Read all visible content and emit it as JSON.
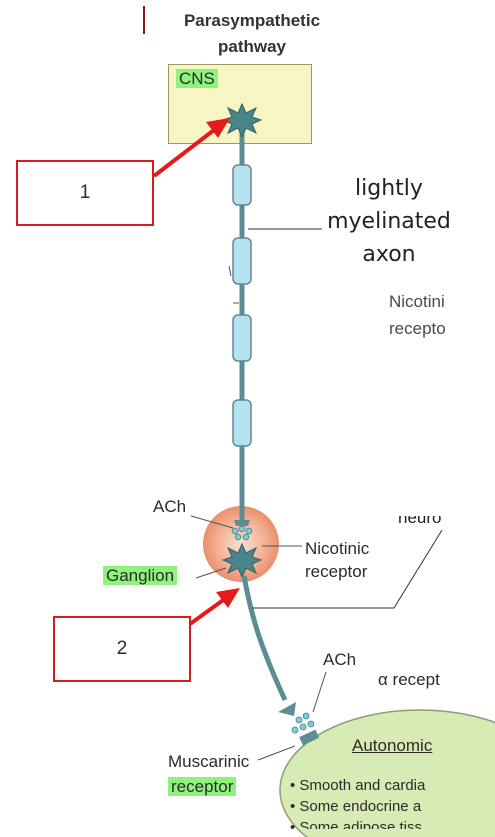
{
  "title": {
    "line1": "Parasympathetic",
    "line2": "pathway"
  },
  "cns": {
    "label": "CNS"
  },
  "callouts": {
    "one": "1",
    "two": "2"
  },
  "axon_label": {
    "line1": "lightly",
    "line2": "myelinated",
    "line3": "axon"
  },
  "nicotinic_partial": {
    "line1": "Nicotini",
    "line2": "recepto"
  },
  "neuro_fragment": "neuro",
  "ach_top": "ACh",
  "nicotinic_receptor": {
    "line1": "Nicotinic",
    "line2": "receptor"
  },
  "ganglion": "Ganglion",
  "ach_bottom": "ACh",
  "alpha_receptor": "α recept",
  "muscarinic": {
    "line1": "Muscarinic",
    "line2": "receptor"
  },
  "effector": {
    "title": "Autonomic",
    "items": [
      "• Smooth and cardia",
      "• Some endocrine a",
      "• Some adipose tiss"
    ]
  },
  "colors": {
    "axon": "#5d8c94",
    "myelin": "#b6e1ef",
    "cns_box": "#f6f5c3",
    "highlight": "#8ff27c",
    "callout_border": "#d61d1d",
    "ganglion_glow": "#f1a27f",
    "effector_fill": "#d8ebb4"
  },
  "icons": [
    "neuron-cell-body-icon",
    "red-arrow-icon",
    "vesicle-dots-icon"
  ]
}
